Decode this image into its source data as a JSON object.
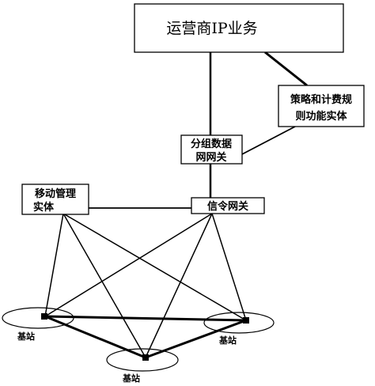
{
  "nodes": {
    "operator": {
      "label": "运营商IP业务"
    },
    "pcrf": {
      "line1": "策略和计费规",
      "line2": "则功能实体"
    },
    "pgw": {
      "line1": "分组数据",
      "line2": "网网关"
    },
    "mme": {
      "line1": "移动管理",
      "line2": "实体"
    },
    "sgw": {
      "label": "信令网关"
    },
    "bs_left": {
      "label": "基站"
    },
    "bs_right": {
      "label": "基站"
    },
    "bs_bottom": {
      "label": "基站"
    }
  },
  "colors": {
    "line": "#000000",
    "box_fill": "#ffffff"
  }
}
